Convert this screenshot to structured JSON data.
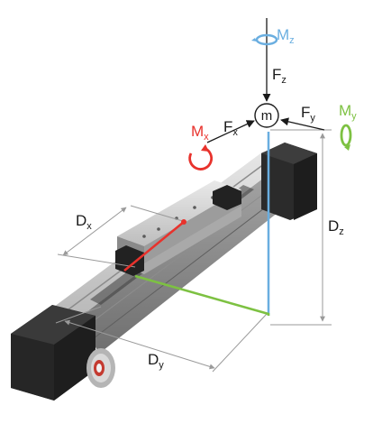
{
  "labels": {
    "mz_main": "M",
    "mz_sub": "z",
    "fz_main": "F",
    "fz_sub": "z",
    "mx_main": "M",
    "mx_sub": "x",
    "fx_main": "F",
    "fx_sub": "x",
    "fy_main": "F",
    "fy_sub": "y",
    "my_main": "M",
    "my_sub": "y",
    "mass": "m",
    "dx_main": "D",
    "dx_sub": "x",
    "dy_main": "D",
    "dy_sub": "y",
    "dz_main": "D",
    "dz_sub": "z"
  },
  "colors": {
    "z_axis": "#6aaee0",
    "x_axis": "#e8322c",
    "y_axis": "#7dc142",
    "dimension": "#9a9a9a",
    "force": "#1a1a1a",
    "motor": "#2b2b2b",
    "rail": "#c8c8c8"
  }
}
